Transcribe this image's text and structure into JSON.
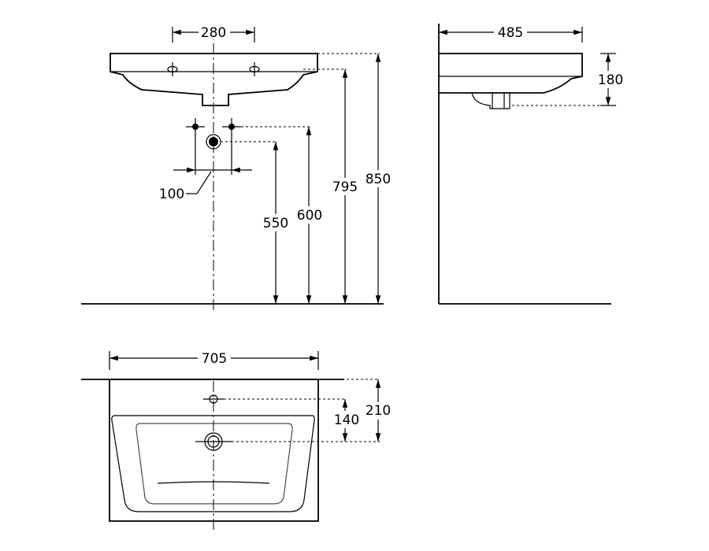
{
  "dimensions": {
    "front_tap_spacing": "280",
    "side_depth": "485",
    "side_height": "180",
    "waste_spacing": "100",
    "waste_height": "550",
    "supply_height": "600",
    "rim_height": "795",
    "total_height": "850",
    "top_width": "705",
    "tap_to_drain": "140",
    "back_to_drain": "210"
  },
  "colors": {
    "line": "#000000",
    "background": "#ffffff"
  }
}
